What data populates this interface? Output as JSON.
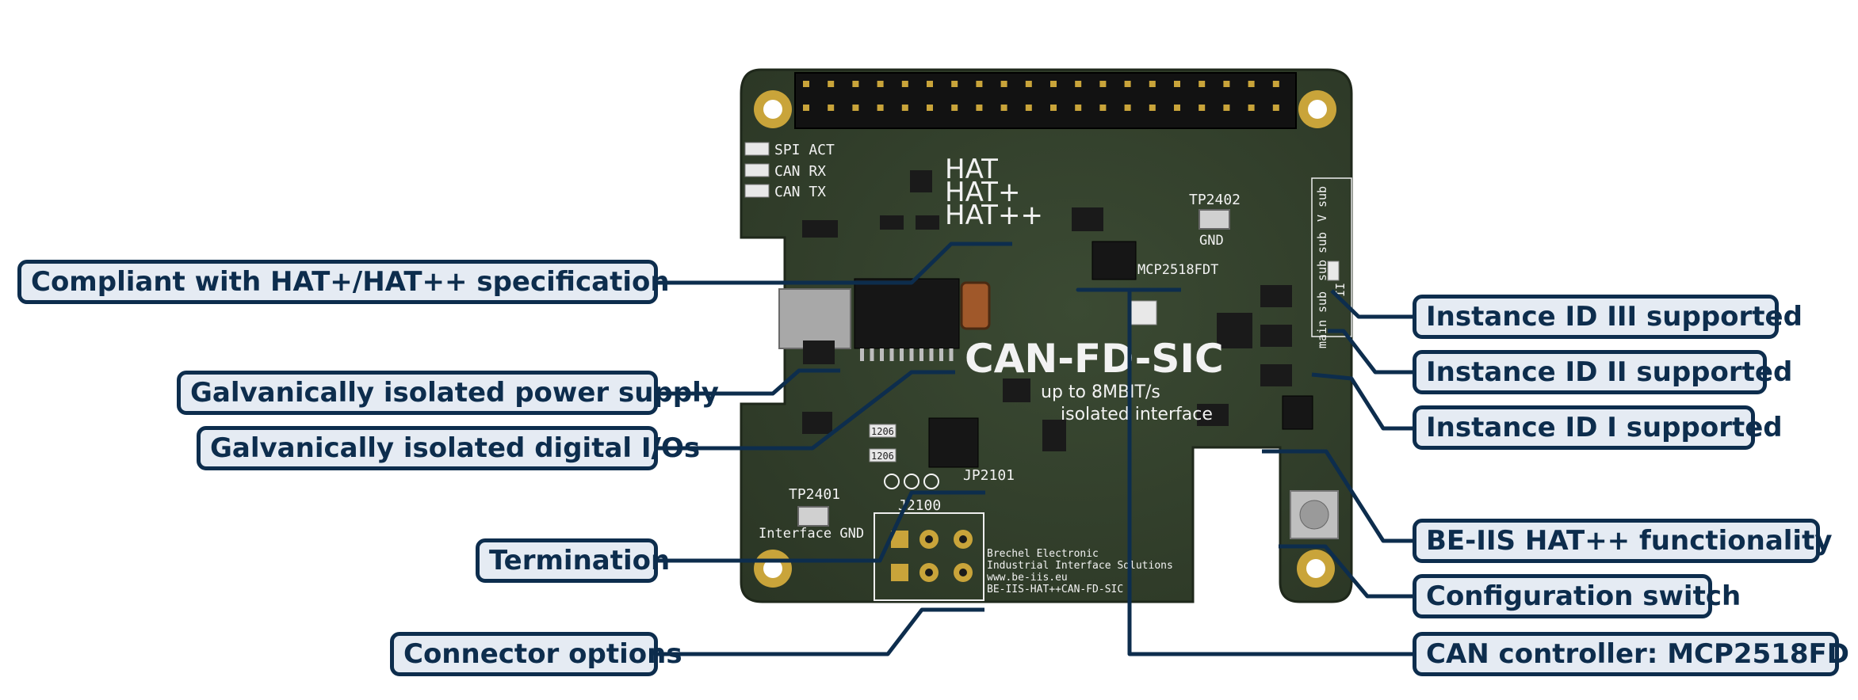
{
  "callouts": {
    "hat_spec": "Compliant with HAT+/HAT++ specification",
    "iso_power": "Galvanically isolated power supply",
    "iso_io": "Galvanically isolated digital I/Os",
    "termination": "Termination",
    "connector": "Connector options",
    "id3": "Instance ID III supported",
    "id2": "Instance ID II supported",
    "id1": "Instance ID I supported",
    "beiis": "BE-IIS HAT++ functionality",
    "config": "Configuration switch",
    "can_ctrl": "CAN controller: MCP2518FD"
  },
  "silkscreen": {
    "spi_act": "SPI ACT",
    "can_rx": "CAN RX",
    "can_tx": "CAN TX",
    "hat1": "HAT",
    "hat2": "HAT+",
    "hat3": "HAT++",
    "tp2402": "TP2402",
    "gnd": "GND",
    "mcp": "MCP2518FDT",
    "board_name": "CAN-FD-SIC",
    "speed": "up to 8MBIT/s",
    "isolated": "isolated interface",
    "tp2401": "TP2401",
    "iface_gnd": "Interface GND",
    "jp2101": "JP2101",
    "j2100": "J2100",
    "r1": "1206",
    "r2": "1206",
    "vend1": "Brechel Electronic",
    "vend2": "Industrial Interface Solutions",
    "vend3": "www.be-iis.eu",
    "vend4": "BE-IIS-HAT++CAN-FD-SIC",
    "sub1": "sub",
    "sub2": "sub",
    "sub3": "sub",
    "sub4": "sub",
    "main": "main",
    "v": "V",
    "ii": "II"
  },
  "colors": {
    "board": "#2e3a28",
    "board_edge": "#1f281b",
    "callout_fill": "#e5ebf3",
    "callout_border": "#0d2d4d",
    "leader": "#0d2d4d",
    "gold": "#c9a43a",
    "silk": "#f2f2f2"
  }
}
